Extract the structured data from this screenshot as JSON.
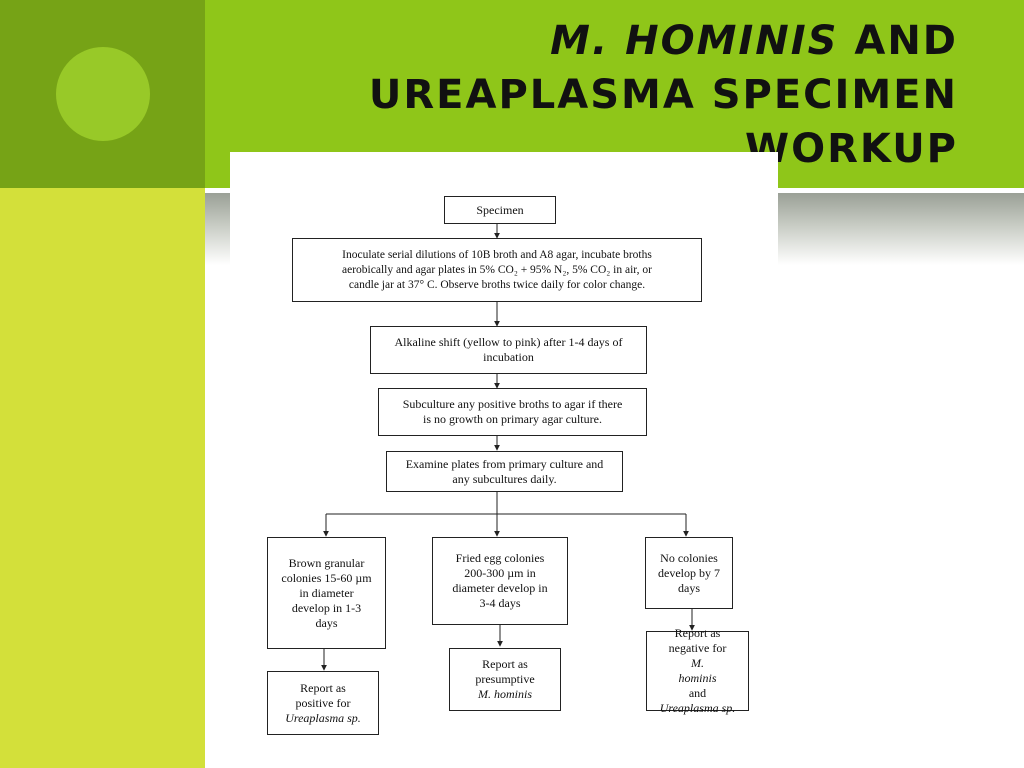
{
  "slide": {
    "title_italic": "M. HOMINIS",
    "title_rest_line1": " AND",
    "title_line2": "UREAPLASMA SPECIMEN",
    "title_line3": "WORKUP"
  },
  "flowchart": {
    "specimen": "Specimen",
    "inoculate": {
      "line1": "Inoculate serial dilutions of 10B broth and A8 agar, incubate broths",
      "line2": "aerobically and agar plates in 5% CO₂ + 95% N₂, 5% CO₂ in air, or",
      "line3": "candle jar at 37° C. Observe broths twice daily for color change."
    },
    "alkaline": {
      "line1": "Alkaline shift (yellow to pink) after 1-4 days of",
      "line2": "incubation"
    },
    "subculture": {
      "line1": "Subculture any positive broths to agar if there",
      "line2": "is no growth on primary agar culture."
    },
    "examine": {
      "line1": "Examine plates from primary culture and",
      "line2": "any subcultures daily."
    },
    "brown": {
      "line1": "Brown granular",
      "line2": "colonies 15-60 µm",
      "line3": "in diameter",
      "line4": "develop in 1-3",
      "line5": "days"
    },
    "fried": {
      "line1": "Fried egg colonies",
      "line2": "200-300 µm in",
      "line3": "diameter develop in",
      "line4": "3-4 days"
    },
    "none": {
      "line1": "No colonies",
      "line2": "develop by 7",
      "line3": "days"
    },
    "report_ureaplasma": {
      "line1": "Report as",
      "line2": "positive for",
      "line3": "Ureaplasma sp."
    },
    "report_hominis": {
      "line1": "Report as",
      "line2": "presumptive",
      "line3": "M. hominis"
    },
    "report_negative": {
      "line1a": "Report as",
      "line2a": "negative for ",
      "line2b": "M.",
      "line3a": "hominis",
      "line3b": " and",
      "line4": "Ureaplasma sp."
    }
  },
  "colors": {
    "dark_green": "#76a316",
    "light_green": "#8fc619",
    "lime": "#d3e03a",
    "circle": "#98c928"
  }
}
